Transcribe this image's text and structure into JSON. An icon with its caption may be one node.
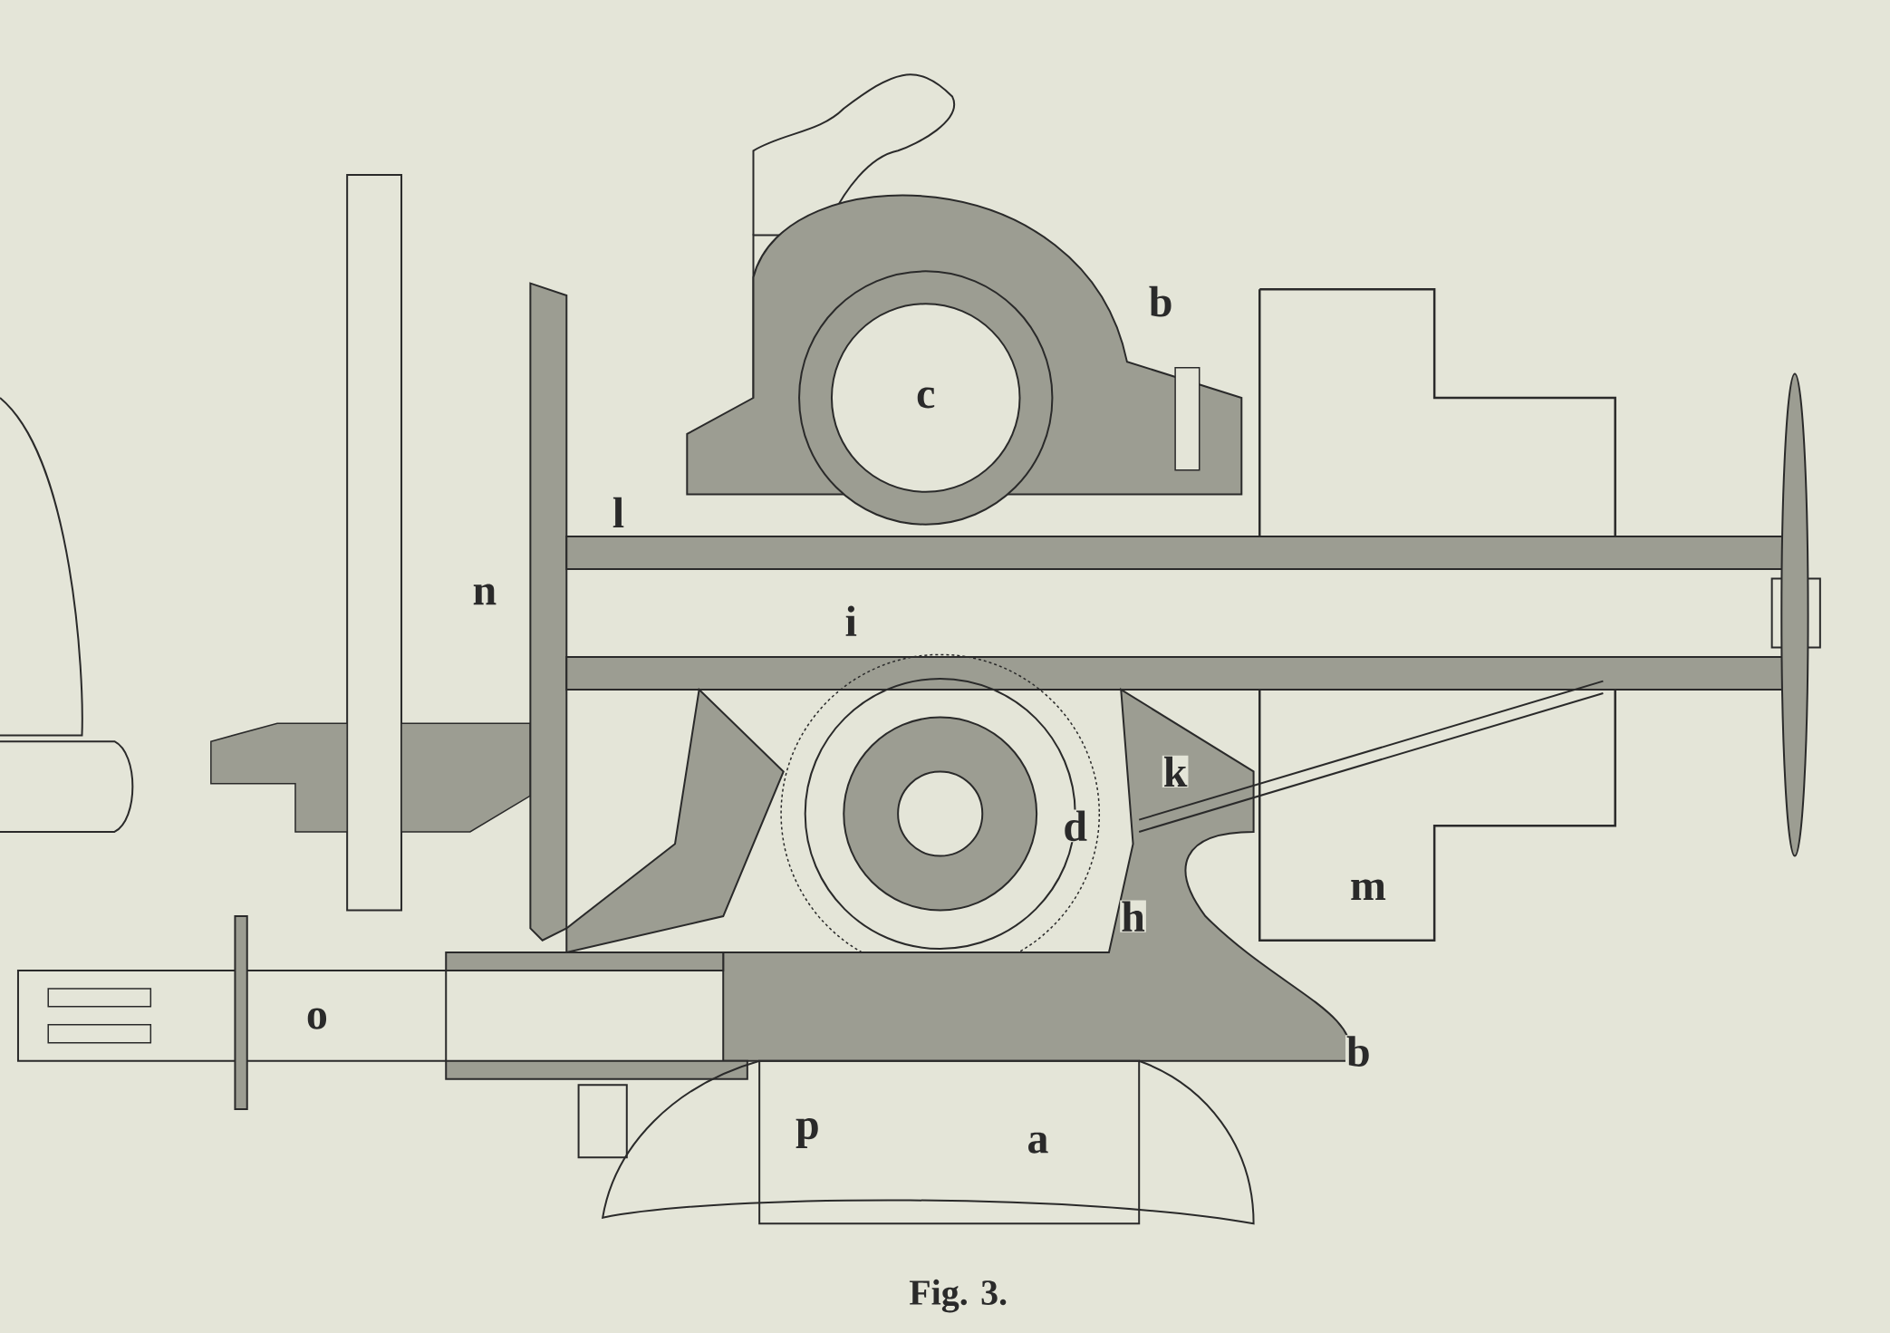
{
  "diagram": {
    "caption": "Fig. 3.",
    "labels": [
      "b",
      "c",
      "l",
      "n",
      "i",
      "k",
      "d",
      "h",
      "m",
      "o",
      "b",
      "p",
      "a"
    ]
  }
}
